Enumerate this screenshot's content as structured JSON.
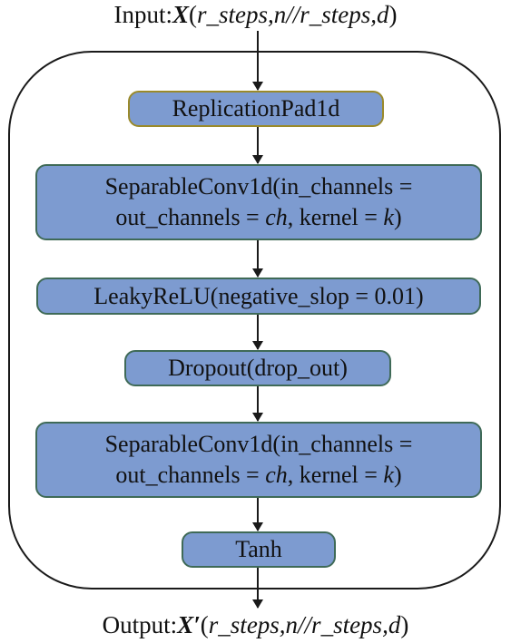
{
  "input": {
    "prefix": "Input:",
    "var": "X",
    "open": "(",
    "args": "r_steps,n//r_steps,d",
    "close": ")"
  },
  "output": {
    "prefix": "Output:",
    "var": "X′",
    "open": "(",
    "args": "r_steps,n//r_steps,d",
    "close": ")"
  },
  "nodes": {
    "pad": {
      "label": "ReplicationPad1d"
    },
    "conv1": {
      "line1": "SeparableConv1d(in_channels =",
      "line2_a": "out_channels = ",
      "line2_ch": "ch",
      "line2_b": ", kernel = ",
      "line2_k": "k",
      "line2_c": ")"
    },
    "leaky": {
      "label": "LeakyReLU(negative_slop = 0.01)"
    },
    "dropout": {
      "label": "Dropout(drop_out)"
    },
    "conv2": {
      "line1": "SeparableConv1d(in_channels =",
      "line2_a": "out_channels = ",
      "line2_ch": "ch",
      "line2_b": ", kernel = ",
      "line2_k": "k",
      "line2_c": ")"
    },
    "tanh": {
      "label": "Tanh"
    }
  },
  "colors": {
    "node_fill": "#7d9bd0",
    "node_border": "#3f6a57",
    "pad_border": "#9a8a2a",
    "line": "#1a1a1a"
  }
}
